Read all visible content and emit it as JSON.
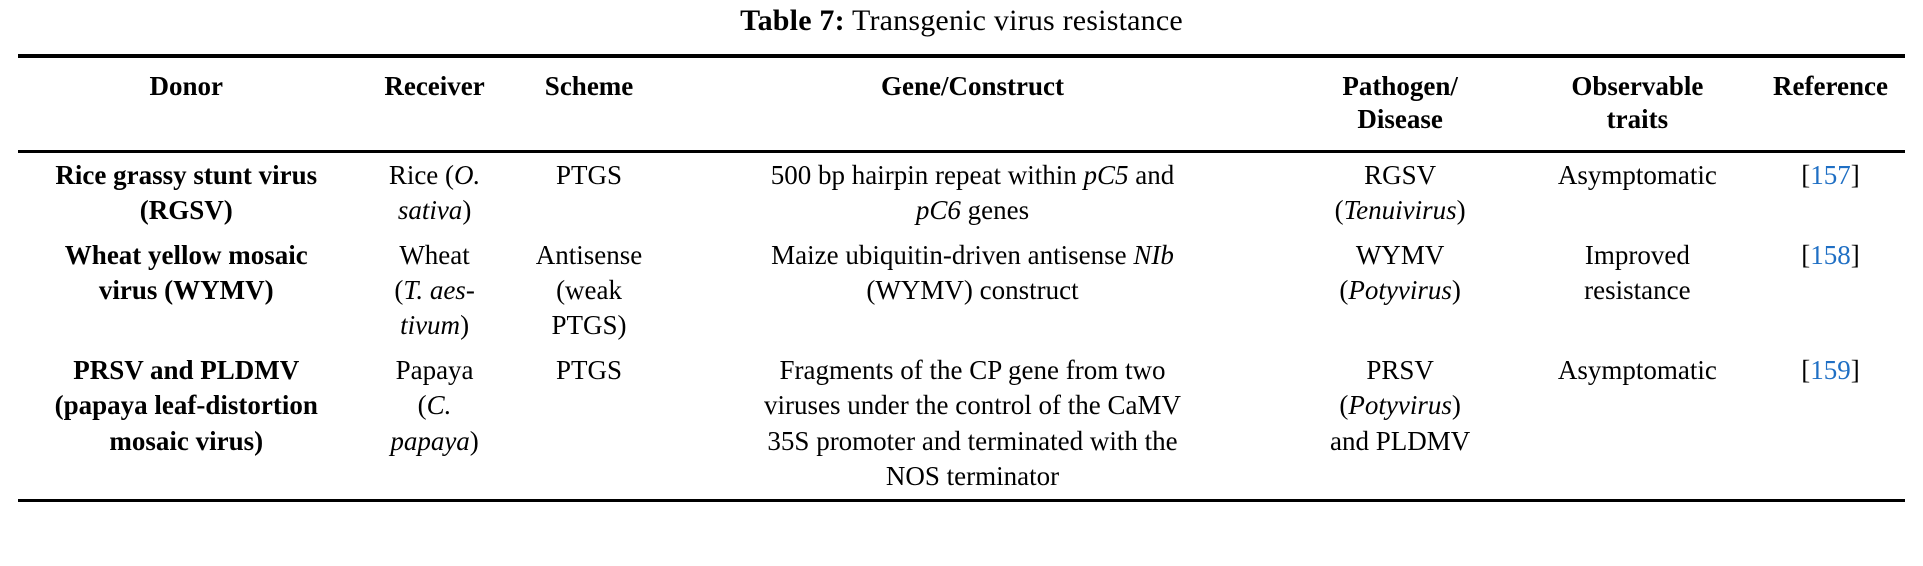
{
  "caption": {
    "label": "Table 7:",
    "text": "Transgenic virus resistance"
  },
  "colors": {
    "reference_link": "#1f6fc4",
    "text": "#000000",
    "background": "#ffffff",
    "rule": "#000000"
  },
  "table": {
    "headers": [
      {
        "line1": "Donor",
        "line2": ""
      },
      {
        "line1": "Receiver",
        "line2": ""
      },
      {
        "line1": "Scheme",
        "line2": ""
      },
      {
        "line1": "Gene/Construct",
        "line2": ""
      },
      {
        "line1": "Pathogen/",
        "line2": "Disease"
      },
      {
        "line1": "Observable",
        "line2": "traits"
      },
      {
        "line1": "Reference",
        "line2": ""
      }
    ],
    "rows": [
      {
        "donor": [
          "Rice grassy stunt virus",
          "(RGSV)"
        ],
        "receiver_lines": [
          [
            {
              "t": "Rice (",
              "i": false
            },
            {
              "t": "O.",
              "i": true
            }
          ],
          [
            {
              "t": "sativa",
              "i": true
            },
            {
              "t": ")",
              "i": false
            }
          ]
        ],
        "scheme": [
          "PTGS"
        ],
        "gene_lines": [
          [
            {
              "t": "500 bp hairpin repeat within ",
              "i": false
            },
            {
              "t": "pC5",
              "i": true
            },
            {
              "t": " and",
              "i": false
            }
          ],
          [
            {
              "t": "pC6",
              "i": true
            },
            {
              "t": " genes",
              "i": false
            }
          ]
        ],
        "pathogen_lines": [
          [
            {
              "t": "RGSV",
              "i": false
            }
          ],
          [
            {
              "t": "(",
              "i": false
            },
            {
              "t": "Tenuivirus",
              "i": true
            },
            {
              "t": ")",
              "i": false
            }
          ]
        ],
        "traits": [
          "Asymptomatic"
        ],
        "reference": "157"
      },
      {
        "donor": [
          "Wheat yellow mosaic",
          "virus (WYMV)"
        ],
        "receiver_lines": [
          [
            {
              "t": "Wheat",
              "i": false
            }
          ],
          [
            {
              "t": "(",
              "i": false
            },
            {
              "t": "T. aes-",
              "i": true
            }
          ],
          [
            {
              "t": "tivum",
              "i": true
            },
            {
              "t": ")",
              "i": false
            }
          ]
        ],
        "scheme": [
          "Antisense",
          "(weak",
          "PTGS)"
        ],
        "gene_lines": [
          [
            {
              "t": "Maize ubiquitin-driven antisense ",
              "i": false
            },
            {
              "t": "NIb",
              "i": true
            }
          ],
          [
            {
              "t": "(WYMV) construct",
              "i": false
            }
          ]
        ],
        "pathogen_lines": [
          [
            {
              "t": "WYMV",
              "i": false
            }
          ],
          [
            {
              "t": "(",
              "i": false
            },
            {
              "t": "Potyvirus",
              "i": true
            },
            {
              "t": ")",
              "i": false
            }
          ]
        ],
        "traits": [
          "Improved",
          "resistance"
        ],
        "reference": "158"
      },
      {
        "donor": [
          "PRSV and PLDMV",
          "(papaya leaf-distortion",
          "mosaic virus)"
        ],
        "receiver_lines": [
          [
            {
              "t": "Papaya",
              "i": false
            }
          ],
          [
            {
              "t": "(",
              "i": false
            },
            {
              "t": "C.",
              "i": true
            }
          ],
          [
            {
              "t": "papaya",
              "i": true
            },
            {
              "t": ")",
              "i": false
            }
          ]
        ],
        "scheme": [
          "PTGS"
        ],
        "gene_lines": [
          [
            {
              "t": "Fragments of the CP gene from two",
              "i": false
            }
          ],
          [
            {
              "t": "viruses under the control of the CaMV",
              "i": false
            }
          ],
          [
            {
              "t": "35S promoter and terminated with the",
              "i": false
            }
          ],
          [
            {
              "t": "NOS terminator",
              "i": false
            }
          ]
        ],
        "pathogen_lines": [
          [
            {
              "t": "PRSV",
              "i": false
            }
          ],
          [
            {
              "t": "(",
              "i": false
            },
            {
              "t": "Potyvirus",
              "i": true
            },
            {
              "t": ")",
              "i": false
            }
          ],
          [
            {
              "t": "and PLDMV",
              "i": false
            }
          ]
        ],
        "traits": [
          "Asymptomatic"
        ],
        "reference": "159"
      }
    ]
  }
}
